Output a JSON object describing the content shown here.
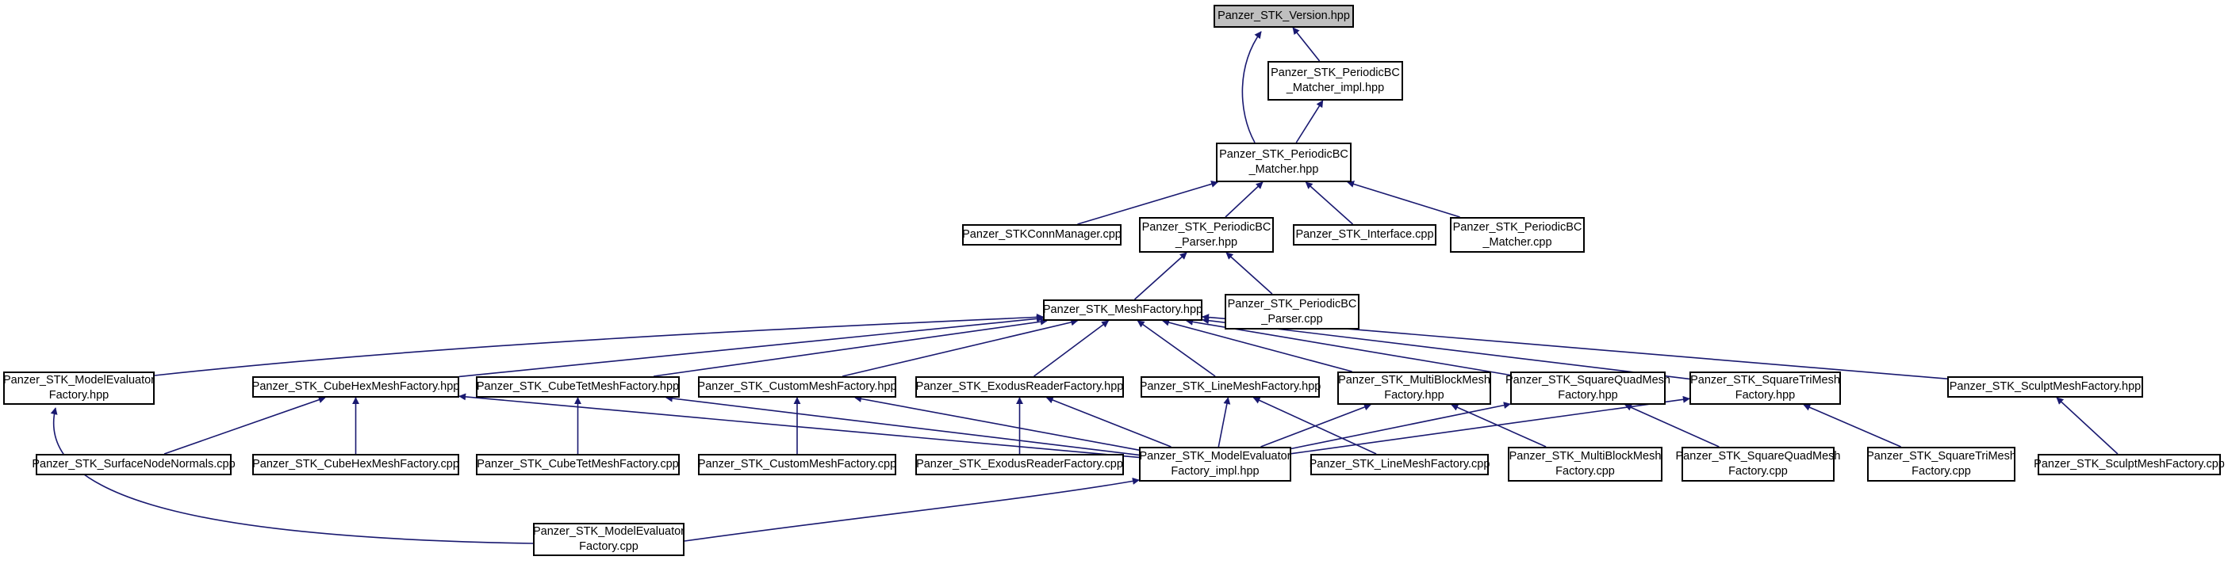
{
  "colors": {
    "edge": "#191970",
    "node_border": "#000000",
    "root_fill": "#bfbfbf"
  },
  "nodes": [
    {
      "id": "version",
      "label": "Panzer_STK_Version.hpp",
      "root": true
    },
    {
      "id": "matcher_impl",
      "label": "Panzer_STK_PeriodicBC\n_Matcher_impl.hpp"
    },
    {
      "id": "matcher_hpp",
      "label": "Panzer_STK_PeriodicBC\n_Matcher.hpp"
    },
    {
      "id": "connmanager",
      "label": "Panzer_STKConnManager.cpp"
    },
    {
      "id": "parser_hpp",
      "label": "Panzer_STK_PeriodicBC\n_Parser.hpp"
    },
    {
      "id": "interface",
      "label": "Panzer_STK_Interface.cpp"
    },
    {
      "id": "matcher_cpp",
      "label": "Panzer_STK_PeriodicBC\n_Matcher.cpp"
    },
    {
      "id": "meshfactory",
      "label": "Panzer_STK_MeshFactory.hpp"
    },
    {
      "id": "parser_cpp",
      "label": "Panzer_STK_PeriodicBC\n_Parser.cpp"
    },
    {
      "id": "modeleval_hpp",
      "label": "Panzer_STK_ModelEvaluator\nFactory.hpp"
    },
    {
      "id": "cubehex_hpp",
      "label": "Panzer_STK_CubeHexMeshFactory.hpp"
    },
    {
      "id": "cubetet_hpp",
      "label": "Panzer_STK_CubeTetMeshFactory.hpp"
    },
    {
      "id": "custom_hpp",
      "label": "Panzer_STK_CustomMeshFactory.hpp"
    },
    {
      "id": "exodus_hpp",
      "label": "Panzer_STK_ExodusReaderFactory.hpp"
    },
    {
      "id": "line_hpp",
      "label": "Panzer_STK_LineMeshFactory.hpp"
    },
    {
      "id": "multiblock_hpp",
      "label": "Panzer_STK_MultiBlockMesh\nFactory.hpp"
    },
    {
      "id": "squarequad_hpp",
      "label": "Panzer_STK_SquareQuadMesh\nFactory.hpp"
    },
    {
      "id": "squaretri_hpp",
      "label": "Panzer_STK_SquareTriMesh\nFactory.hpp"
    },
    {
      "id": "sculpt_hpp",
      "label": "Panzer_STK_SculptMeshFactory.hpp"
    },
    {
      "id": "surfacenode",
      "label": "Panzer_STK_SurfaceNodeNormals.cpp"
    },
    {
      "id": "cubehex_cpp",
      "label": "Panzer_STK_CubeHexMeshFactory.cpp"
    },
    {
      "id": "cubetet_cpp",
      "label": "Panzer_STK_CubeTetMeshFactory.cpp"
    },
    {
      "id": "custom_cpp",
      "label": "Panzer_STK_CustomMeshFactory.cpp"
    },
    {
      "id": "exodus_cpp",
      "label": "Panzer_STK_ExodusReaderFactory.cpp"
    },
    {
      "id": "modeleval_impl",
      "label": "Panzer_STK_ModelEvaluator\nFactory_impl.hpp"
    },
    {
      "id": "line_cpp",
      "label": "Panzer_STK_LineMeshFactory.cpp"
    },
    {
      "id": "multiblock_cpp",
      "label": "Panzer_STK_MultiBlockMesh\nFactory.cpp"
    },
    {
      "id": "squarequad_cpp",
      "label": "Panzer_STK_SquareQuadMesh\nFactory.cpp"
    },
    {
      "id": "squaretri_cpp",
      "label": "Panzer_STK_SquareTriMesh\nFactory.cpp"
    },
    {
      "id": "sculpt_cpp",
      "label": "Panzer_STK_SculptMeshFactory.cpp"
    },
    {
      "id": "modeleval_cpp",
      "label": "Panzer_STK_ModelEvaluator\nFactory.cpp"
    }
  ],
  "edges": [
    {
      "from": "matcher_impl",
      "to": "version"
    },
    {
      "from": "matcher_hpp",
      "to": "version"
    },
    {
      "from": "matcher_hpp",
      "to": "matcher_impl"
    },
    {
      "from": "connmanager",
      "to": "matcher_hpp"
    },
    {
      "from": "parser_hpp",
      "to": "matcher_hpp"
    },
    {
      "from": "interface",
      "to": "matcher_hpp"
    },
    {
      "from": "matcher_cpp",
      "to": "matcher_hpp"
    },
    {
      "from": "meshfactory",
      "to": "parser_hpp"
    },
    {
      "from": "parser_cpp",
      "to": "parser_hpp"
    },
    {
      "from": "modeleval_hpp",
      "to": "meshfactory"
    },
    {
      "from": "cubehex_hpp",
      "to": "meshfactory"
    },
    {
      "from": "cubetet_hpp",
      "to": "meshfactory"
    },
    {
      "from": "custom_hpp",
      "to": "meshfactory"
    },
    {
      "from": "exodus_hpp",
      "to": "meshfactory"
    },
    {
      "from": "line_hpp",
      "to": "meshfactory"
    },
    {
      "from": "multiblock_hpp",
      "to": "meshfactory"
    },
    {
      "from": "squarequad_hpp",
      "to": "meshfactory"
    },
    {
      "from": "squaretri_hpp",
      "to": "meshfactory"
    },
    {
      "from": "sculpt_hpp",
      "to": "meshfactory"
    },
    {
      "from": "surfacenode",
      "to": "cubehex_hpp"
    },
    {
      "from": "cubehex_cpp",
      "to": "cubehex_hpp"
    },
    {
      "from": "modeleval_impl",
      "to": "cubehex_hpp"
    },
    {
      "from": "cubetet_cpp",
      "to": "cubetet_hpp"
    },
    {
      "from": "modeleval_impl",
      "to": "cubetet_hpp"
    },
    {
      "from": "custom_cpp",
      "to": "custom_hpp"
    },
    {
      "from": "modeleval_impl",
      "to": "custom_hpp"
    },
    {
      "from": "exodus_cpp",
      "to": "exodus_hpp"
    },
    {
      "from": "modeleval_impl",
      "to": "exodus_hpp"
    },
    {
      "from": "modeleval_impl",
      "to": "line_hpp"
    },
    {
      "from": "line_cpp",
      "to": "line_hpp"
    },
    {
      "from": "modeleval_impl",
      "to": "multiblock_hpp"
    },
    {
      "from": "multiblock_cpp",
      "to": "multiblock_hpp"
    },
    {
      "from": "modeleval_impl",
      "to": "squarequad_hpp"
    },
    {
      "from": "squarequad_cpp",
      "to": "squarequad_hpp"
    },
    {
      "from": "modeleval_impl",
      "to": "squaretri_hpp"
    },
    {
      "from": "squaretri_cpp",
      "to": "squaretri_hpp"
    },
    {
      "from": "sculpt_cpp",
      "to": "sculpt_hpp"
    },
    {
      "from": "modeleval_cpp",
      "to": "modeleval_hpp"
    },
    {
      "from": "modeleval_cpp",
      "to": "modeleval_impl"
    }
  ]
}
